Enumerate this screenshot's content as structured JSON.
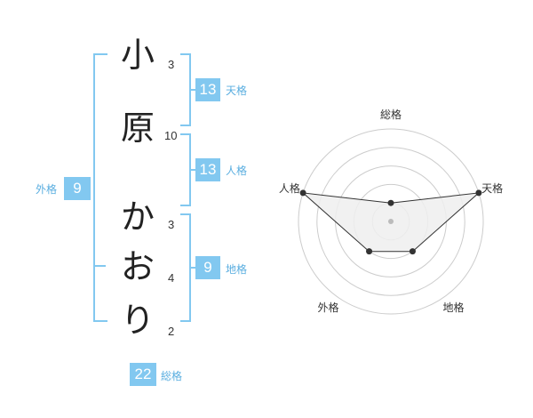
{
  "name": {
    "characters": [
      {
        "char": "小",
        "strokes": "3"
      },
      {
        "char": "原",
        "strokes": "10"
      },
      {
        "char": "か",
        "strokes": "3"
      },
      {
        "char": "お",
        "strokes": "4"
      },
      {
        "char": "り",
        "strokes": "2"
      }
    ]
  },
  "kakusuu": {
    "tenkaku": {
      "value": "13",
      "label": "天格"
    },
    "jinkaku": {
      "value": "13",
      "label": "人格"
    },
    "chikaku": {
      "value": "9",
      "label": "地格"
    },
    "gaikaku": {
      "value": "9",
      "label": "外格"
    },
    "soukaku": {
      "value": "22",
      "label": "総格"
    }
  },
  "colors": {
    "accent": "#82c8f0",
    "accent_text": "#5aaee0",
    "grid": "#cccccc",
    "polygon_fill": "#eeeeee"
  },
  "chart_data": {
    "type": "radar",
    "axes": [
      "総格",
      "天格",
      "地格",
      "外格",
      "人格"
    ],
    "levels": 5,
    "range": [
      0,
      5
    ],
    "values": [
      1,
      5,
      2,
      2,
      5
    ]
  }
}
